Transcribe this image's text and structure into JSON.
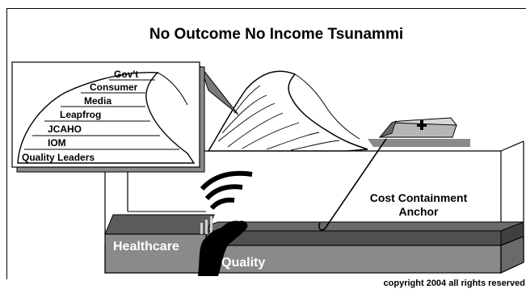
{
  "title": "No Outcome No Income Tsunammi",
  "wave_labels": [
    "Gov't",
    "Consumer",
    "Media",
    "Leapfrog",
    "JCAHO",
    "IOM",
    "Quality Leaders"
  ],
  "box_labels": {
    "healthcare": "Healthcare",
    "quality": "Quality"
  },
  "anchor_label": {
    "line1": "Cost Containment",
    "line2": "Anchor"
  },
  "copyright": "copyright 2004 all rights reserved",
  "colors": {
    "front_dark": "#505050",
    "front_mid": "#7a7a7a",
    "front_light": "#9a9a9a",
    "band_dark": "#404040"
  }
}
